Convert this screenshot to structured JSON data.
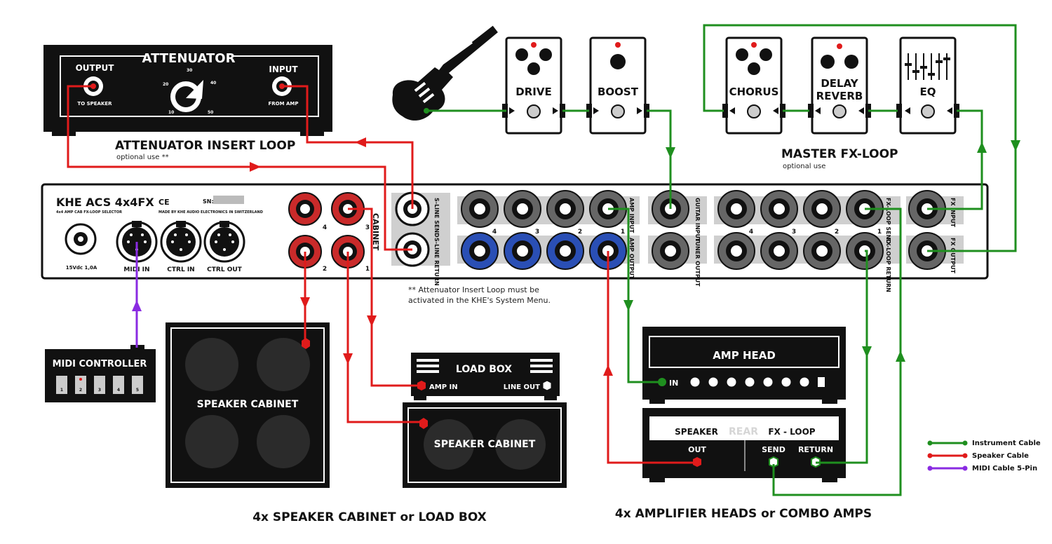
{
  "attenuator": {
    "title": "ATTENUATOR",
    "output_label": "OUTPUT",
    "output_sub": "TO SPEAKER",
    "input_label": "INPUT",
    "input_sub": "FROM AMP",
    "knob_scale": [
      "10",
      "20",
      "30",
      "40",
      "50"
    ]
  },
  "insert_loop": {
    "title": "ATTENUATOR INSERT LOOP",
    "note": "optional use **"
  },
  "pedals": {
    "drive": "DRIVE",
    "boost": "BOOST",
    "chorus": "CHORUS",
    "delay_1": "DELAY",
    "delay_2": "REVERB",
    "eq": "EQ"
  },
  "master_loop": {
    "title": "MASTER FX-LOOP",
    "note": "optional use"
  },
  "unit": {
    "model": "KHE ACS 4x4FX",
    "model_sub": "4x4 AMP CAB FX-LOOP SELECTOR",
    "certs": "CE",
    "made_by": "MADE BY KHE AUDIO ELECTRONICS IN SWITZERLAND",
    "sn_label": "SN:",
    "power": "15Vdc 1,0A",
    "midi_in": "MIDI IN",
    "ctrl_in": "CTRL IN",
    "ctrl_out": "CTRL OUT",
    "cabinet_label": "CABINET",
    "s_line_send": "S-LINE SEND",
    "s_line_return": "S-LINE RETURN",
    "amp_input": "AMP INPUT",
    "amp_output": "AMP OUTPUT",
    "guitar_input": "GUITAR INPUT",
    "tuner_output": "TUNER OUTPUT",
    "fx_loop_send": "FX-LOOP SEND",
    "fx_loop_return": "FX-LOOP RETURN",
    "fx_input": "FX INPUT",
    "fx_output": "FX OUTPUT",
    "jack_nums": [
      "4",
      "3",
      "2",
      "1"
    ],
    "cab_nums": [
      "4",
      "3",
      "2",
      "1"
    ]
  },
  "footnote": {
    "line1": "** Attenuator Insert Loop must be",
    "line2": "activated in the KHE's System Menu."
  },
  "midi_controller": {
    "title": "MIDI CONTROLLER",
    "buttons": [
      "1",
      "2",
      "3",
      "4",
      "5"
    ]
  },
  "cabinet_large": {
    "label": "SPEAKER CABINET"
  },
  "load_box": {
    "title": "LOAD BOX",
    "amp_in": "AMP IN",
    "line_out": "LINE OUT"
  },
  "cabinet_small": {
    "label": "SPEAKER CABINET"
  },
  "amp_head": {
    "title": "AMP HEAD",
    "in_label": "IN"
  },
  "amp_rear": {
    "speaker": "SPEAKER",
    "rear": "REAR",
    "fx_loop": "FX - LOOP",
    "out": "OUT",
    "send": "SEND",
    "return": "RETURN"
  },
  "legend": {
    "instrument": "Instrument Cable",
    "speaker": "Speaker Cable",
    "midi": "MIDI Cable 5-Pin"
  },
  "colors": {
    "instrument": "#1f8f1f",
    "speaker": "#e01b1b",
    "midi": "#8a2be2",
    "blue_jack": "#2a4fb5",
    "red_jack": "#c92a2a"
  },
  "captions": {
    "cab_caption": "4x SPEAKER CABINET or LOAD BOX",
    "amp_caption": "4x AMPLIFIER HEADS or COMBO AMPS"
  }
}
